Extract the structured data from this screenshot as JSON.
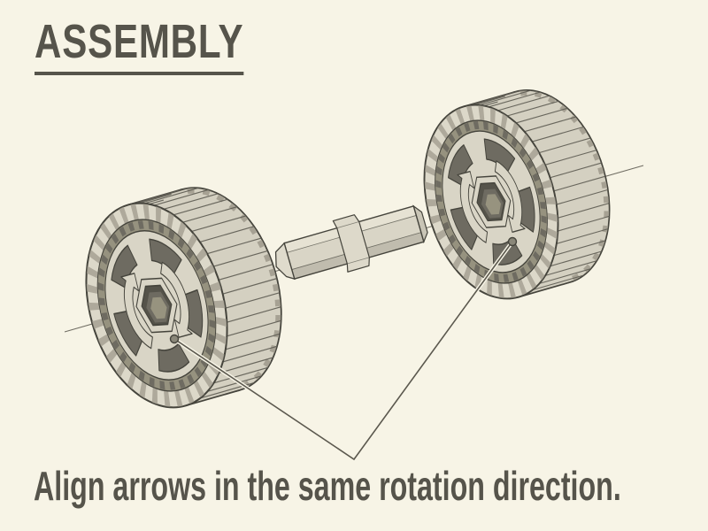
{
  "title": "ASSEMBLY",
  "caption": "Align arrows in the same rotation direction.",
  "diagram": {
    "description": "Exploded view of two toothed timing wheels and a hex shaft on a common axis",
    "callout_targets": [
      "left wheel rotation arrow",
      "right wheel rotation arrow"
    ]
  },
  "colors": {
    "background": "#f7f4e6",
    "text": "#56544b",
    "ink": "#45443c",
    "stripe": "#5d5b52",
    "axis": "#6f6c62",
    "leader": "#5b584e",
    "dot_fill": "#8a8779",
    "face_light": "#dcd8c9",
    "band_light": "#d4d0c1",
    "band_shade": "#a6a193",
    "plate_light": "#d9d5c6",
    "recess_mid": "#96927f",
    "recess_dark": "#6e6b61",
    "hex_wall": "#55534a",
    "hex_mid": "#6e6b61",
    "hex_floor": "#97937f",
    "shaft_top": "#e6e2d3",
    "shaft_mid": "#d9d5c6",
    "shaft_bottom": "#c0bcae",
    "shaft_cap": "#c9c5b6",
    "shaft_end": "#dfdbcc",
    "collar": "#ddd9ca"
  }
}
